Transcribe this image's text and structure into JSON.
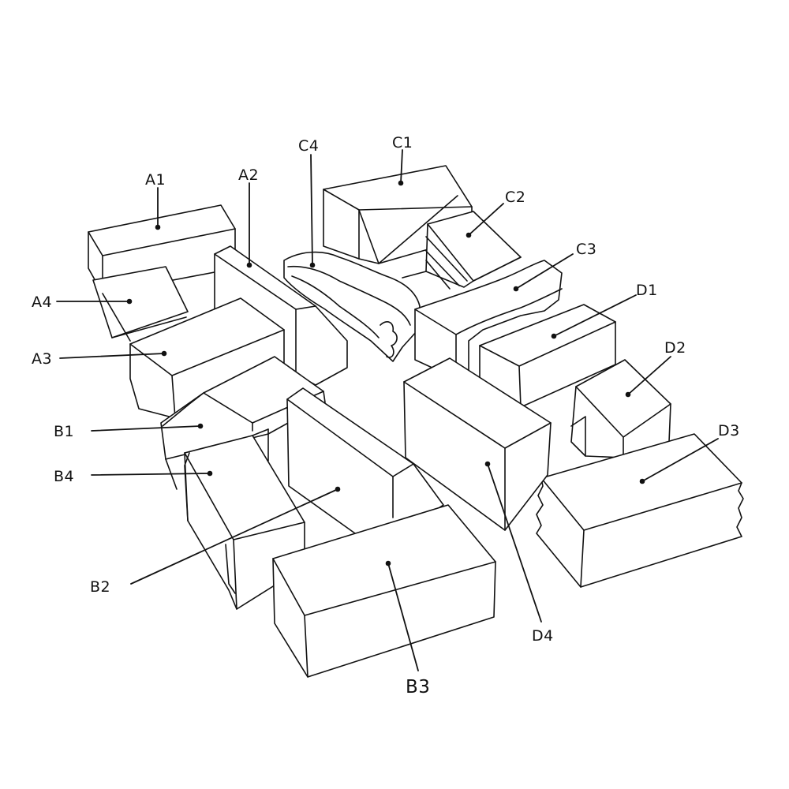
{
  "diagram": {
    "labels": {
      "A1": "A1",
      "A2": "A2",
      "A3": "A3",
      "A4": "A4",
      "B1": "B1",
      "B2": "B2",
      "B3": "B3",
      "B4": "B4",
      "C1": "C1",
      "C2": "C2",
      "C3": "C3",
      "C4": "C4",
      "D1": "D1",
      "D2": "D2",
      "D3": "D3",
      "D4": "D4"
    },
    "colors": {
      "ink": "#111111",
      "paper": "#ffffff"
    }
  }
}
